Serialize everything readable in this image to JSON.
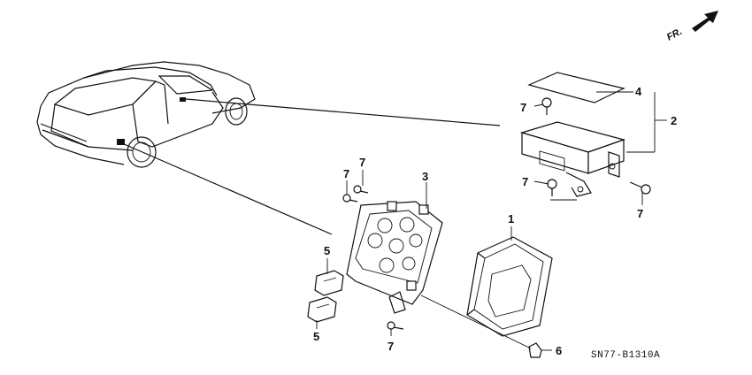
{
  "diagram": {
    "direction_label": "FR.",
    "diagram_code": "SN77-B1310A",
    "callouts": [
      {
        "id": "c1",
        "text": "1"
      },
      {
        "id": "c2",
        "text": "2"
      },
      {
        "id": "c3",
        "text": "3"
      },
      {
        "id": "c4",
        "text": "4"
      },
      {
        "id": "c5a",
        "text": "5"
      },
      {
        "id": "c5b",
        "text": "5"
      },
      {
        "id": "c6",
        "text": "6"
      },
      {
        "id": "c7a",
        "text": "7"
      },
      {
        "id": "c7b",
        "text": "7"
      },
      {
        "id": "c7c",
        "text": "7"
      },
      {
        "id": "c7d",
        "text": "7"
      },
      {
        "id": "c7e",
        "text": "7"
      },
      {
        "id": "c7f",
        "text": "7"
      }
    ]
  }
}
